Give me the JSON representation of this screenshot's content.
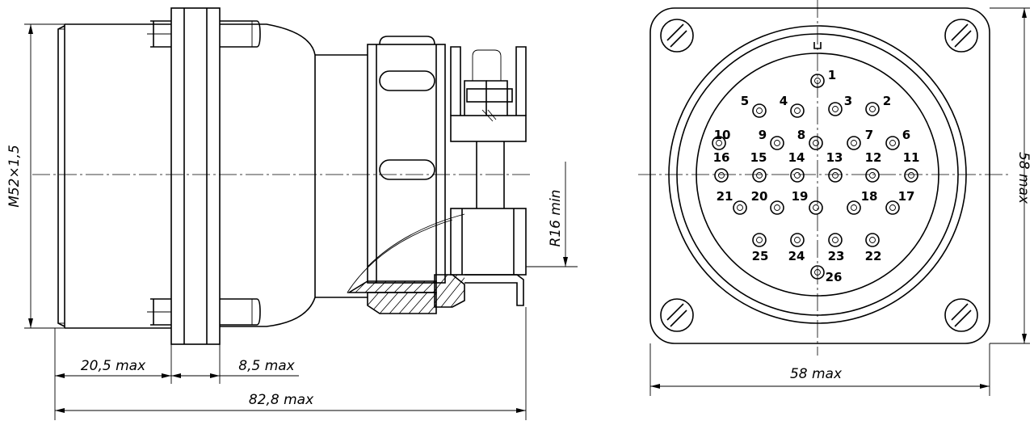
{
  "dimensions": {
    "thread": "M52×1,5",
    "front_length": "20,5 max",
    "flange_length": "8,5 max",
    "total_length": "82,8 max",
    "bend_radius": "R16 min",
    "width": "58 max",
    "height": "58 max"
  },
  "pins": [
    {
      "label": "1"
    },
    {
      "label": "2"
    },
    {
      "label": "3"
    },
    {
      "label": "4"
    },
    {
      "label": "5"
    },
    {
      "label": "6"
    },
    {
      "label": "7"
    },
    {
      "label": "8"
    },
    {
      "label": "9"
    },
    {
      "label": "10"
    },
    {
      "label": "11"
    },
    {
      "label": "12"
    },
    {
      "label": "13"
    },
    {
      "label": "14"
    },
    {
      "label": "15"
    },
    {
      "label": "16"
    },
    {
      "label": "17"
    },
    {
      "label": "18"
    },
    {
      "label": "19"
    },
    {
      "label": "20"
    },
    {
      "label": "21"
    },
    {
      "label": "22"
    },
    {
      "label": "23"
    },
    {
      "label": "24"
    },
    {
      "label": "25"
    },
    {
      "label": "26"
    }
  ],
  "colors": {
    "line": "#000000",
    "background": "#ffffff"
  }
}
